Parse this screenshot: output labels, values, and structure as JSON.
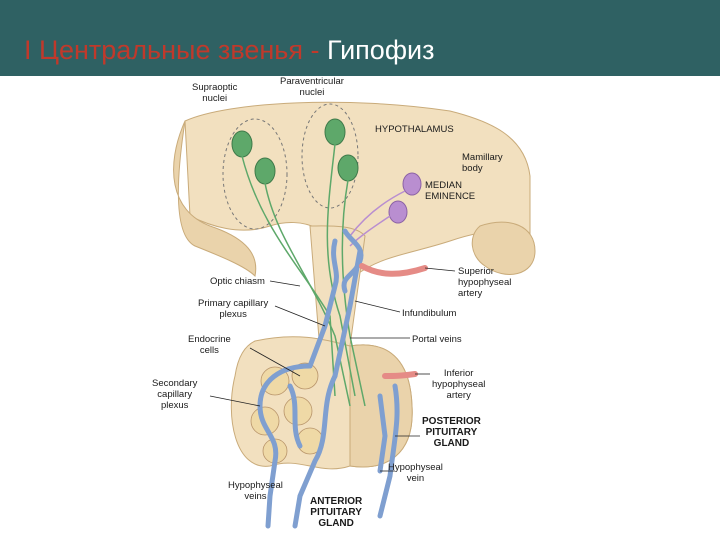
{
  "slide": {
    "title_prefix": "I  Центральные звенья - ",
    "title_emphasis": "Гипофиз"
  },
  "figure": {
    "labels": {
      "supraoptic": "Supraoptic\nnuclei",
      "paraventricular": "Paraventricular\nnuclei",
      "hypothalamus": "HYPOTHALAMUS",
      "mamillary": "Mamillary\nbody",
      "median_eminence": "MEDIAN\nEMINENCE",
      "optic_chiasm": "Optic chiasm",
      "superior_artery": "Superior\nhypophyseal\nartery",
      "primary_plexus": "Primary capillary\nplexus",
      "infundibulum": "Infundibulum",
      "endocrine_cells": "Endocrine\ncells",
      "portal_veins": "Portal veins",
      "secondary_plexus": "Secondary\ncapillary\nplexus",
      "inferior_artery": "Inferior\nhypophyseal\nartery",
      "posterior_gland": "POSTERIOR\nPITUITARY\nGLAND",
      "hypophyseal_vein": "Hypophyseal\nvein",
      "hypophyseal_veins": "Hypophyseal\nveins",
      "anterior_gland": "ANTERIOR\nPITUITARY\nGLAND"
    },
    "colors": {
      "tissue": "#f2e0bf",
      "tissue_dark": "#d9bf93",
      "vein": "#7f9fd0",
      "artery": "#e58b86",
      "neuron_green": "#5ea86a",
      "neuron_purple": "#b98ed0"
    }
  }
}
